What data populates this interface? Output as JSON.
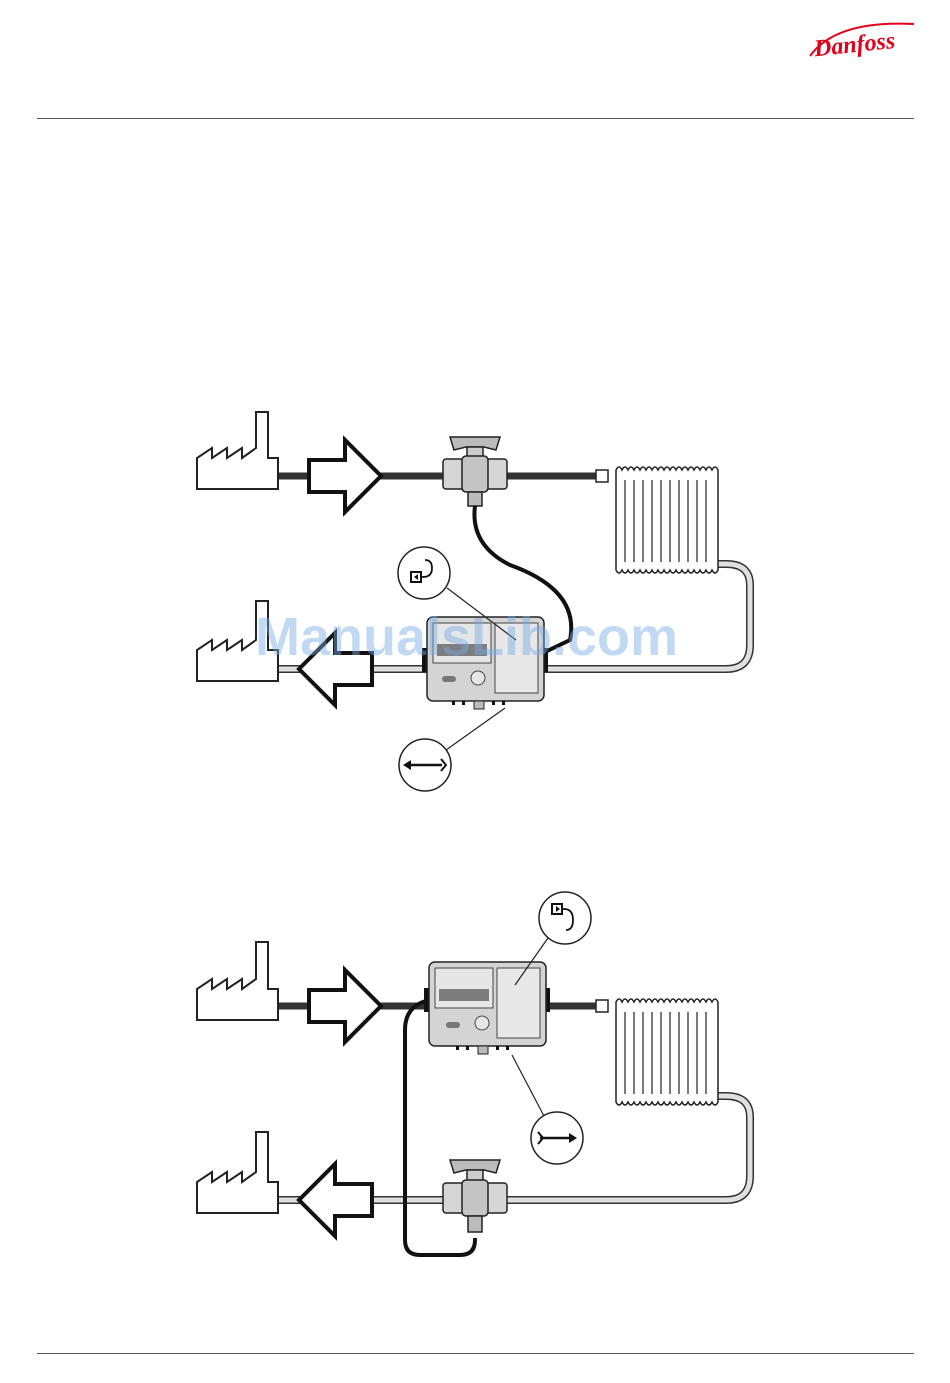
{
  "header": {
    "brand": "Danfoss"
  },
  "watermark": {
    "text": "ManualsLib.com"
  },
  "diagrams": [
    {
      "name": "meter-in-return-pipe",
      "sensor_pipe": "supply",
      "meter_pipe": "return",
      "flow_direction": "left"
    },
    {
      "name": "meter-in-supply-pipe",
      "sensor_pipe": "return",
      "meter_pipe": "supply",
      "flow_direction": "right"
    }
  ],
  "icons": [
    "factory-icon",
    "flow-arrow-icon",
    "ball-valve-icon",
    "radiator-icon",
    "heat-meter-icon",
    "sensor-return-icon",
    "sensor-supply-icon",
    "flow-direction-left-icon",
    "flow-direction-right-icon"
  ],
  "colors": {
    "brand_red": "#e2001a",
    "pipe_dark": "#333333",
    "pipe_light": "#d9d9d9",
    "meter_gray": "#cfcfcf"
  }
}
